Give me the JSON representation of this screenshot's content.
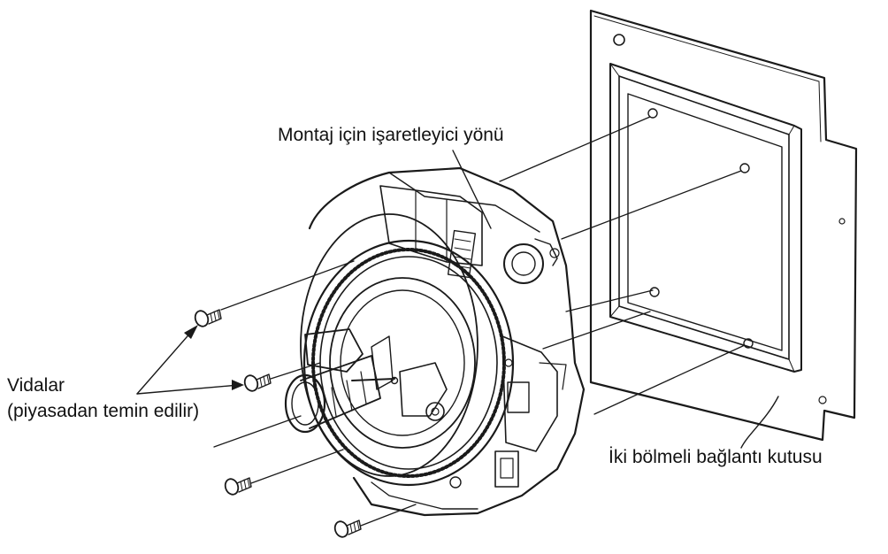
{
  "labels": {
    "marker_direction": "Montaj için işaretleyici yönü",
    "screws_title": "Vidalar",
    "screws_note": "(piyasadan temin edilir)",
    "junction_box": "İki bölmeli bağlantı kutusu"
  },
  "colors": {
    "line": "#1a1a1a",
    "background": "#ffffff"
  }
}
